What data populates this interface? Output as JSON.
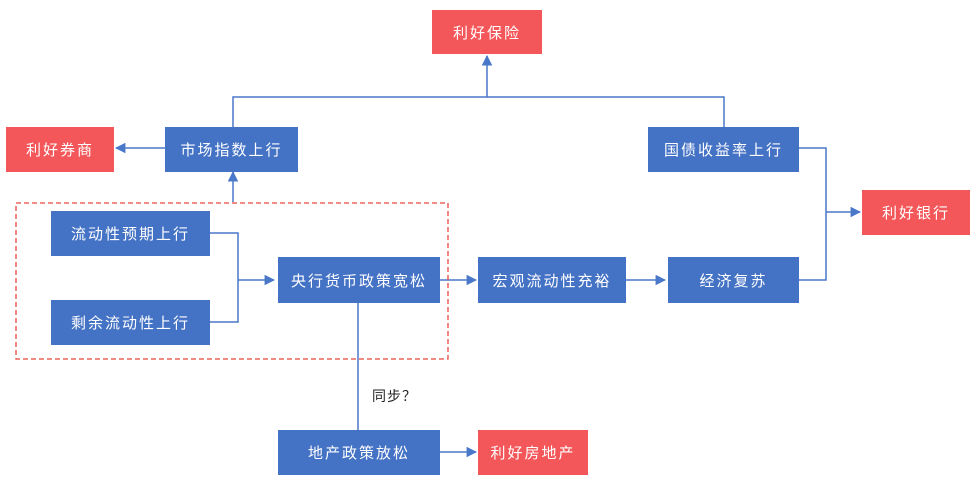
{
  "colors": {
    "process_box": "#4472c4",
    "benefit_box": "#f4575a",
    "connector": "#4a78c8",
    "group_border": "#e8463f"
  },
  "nodes": {
    "insurance": "利好保险",
    "market_index_up": "市场指数上行",
    "bond_yield_up": "国债收益率上行",
    "brokerage": "利好券商",
    "bank": "利好银行",
    "liquidity_expect_up": "流动性预期上行",
    "excess_liquidity_up": "剩余流动性上行",
    "monetary_easing": "央行货币政策宽松",
    "macro_liquidity": "宏观流动性充裕",
    "economic_recovery": "经济复苏",
    "property_easing": "地产政策放松",
    "real_estate": "利好房地产"
  },
  "edge_labels": {
    "sync_question": "同步？"
  }
}
